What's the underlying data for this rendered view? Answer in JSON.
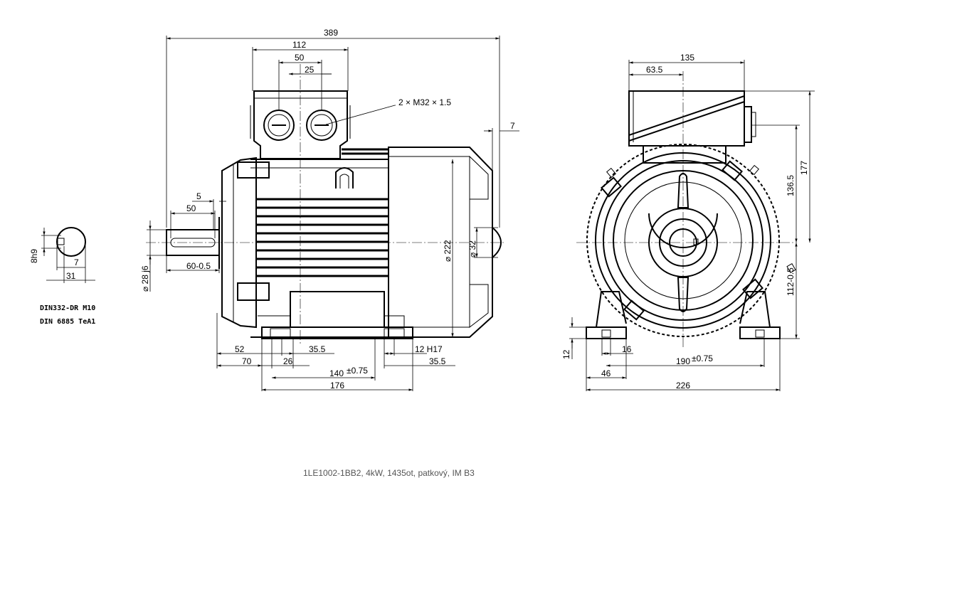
{
  "caption": "1LE1002-1BB2, 4kW, 1435ot, patkový, IM B3",
  "shaft_detail": {
    "key_height": "8h9",
    "key_width": "7",
    "key_depth": "31",
    "standard_1": "DIN332-DR M10",
    "standard_2": "DIN 6885 TeA1"
  },
  "side_view": {
    "dims": {
      "overall_length": "389",
      "terminal_box_width": "112",
      "gland_spacing": "50",
      "gland_offset": "25",
      "cable_glands": "2 × M32 × 1.5",
      "rear_projection": "7",
      "shaft_shoulder": "5",
      "key_length": "50",
      "shaft_diameter": "⌀ 28 j6",
      "shaft_length": "60-0.5",
      "frame_diameter": "⌀ 222",
      "fan_cover_diameter": "⌀ 32",
      "foot_front_offset": "52",
      "foot_edge": "70",
      "foot_hole_offset": "26",
      "foot_chamfer": "35.5",
      "hole_tolerance": "12 H17",
      "foot_rear_chamfer": "35.5",
      "foot_hole_spacing": "140",
      "foot_hole_spacing_tol": "±0.75",
      "foot_length": "176"
    }
  },
  "end_view": {
    "dims": {
      "box_width": "135",
      "box_offset": "63.5",
      "box_top_height": "177",
      "box_center_height": "136.5",
      "shaft_height": "112-0.5",
      "foot_thickness": "12",
      "hole_diameter": "16",
      "hole_edge": "46",
      "foot_spacing": "190",
      "foot_spacing_tol": "±0.75",
      "foot_width": "226"
    }
  }
}
